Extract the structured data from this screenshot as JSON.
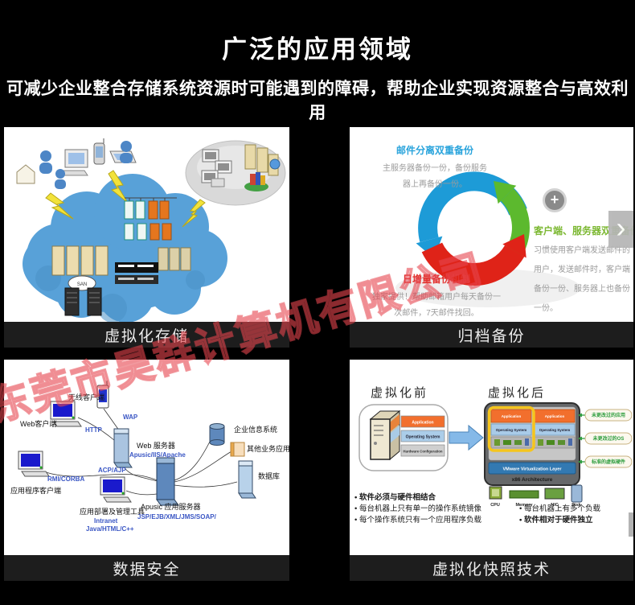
{
  "header": {
    "title": "广泛的应用领域",
    "subtitle": "可减少企业整合存储系统资源时可能遇到的障碍，帮助企业实现资源整合与高效利用"
  },
  "watermark": {
    "text": "东莞市昊群计算机有限公司",
    "color": "#e84a50"
  },
  "panels": {
    "storage": {
      "caption": "虚拟化存储",
      "san_label": "SAN"
    },
    "backup": {
      "caption": "归档备份",
      "mail_title": "邮件分离双重备份",
      "mail_body": "主服务器备份一份，备份服务器上再备份一份。",
      "client_title": "客户端、服务器双重备份机制",
      "client_body": "习惯使用客户端发送邮件的用户，发送邮件时，客户端备份一份、服务器上也备份一份。",
      "daily_title": "日增量备份机制",
      "daily_body": "独家提供！帮助邮箱用户每天备份一次邮件，7天邮件找回。",
      "plus_label": "+",
      "next_label": "›",
      "colors": {
        "blue": "#1d9bd7",
        "green": "#5cb92e",
        "red": "#df2318"
      }
    },
    "security": {
      "caption": "数据安全",
      "nodes": {
        "wireless_client": "无线客户端",
        "web_client": "Web客户端",
        "app_client": "应用程序客户端",
        "web_server": "Web 服务器",
        "web_server_sub": "Apusic/IIS/Apache",
        "deploy_tool": "应用部署及管理工具",
        "deploy_sub1": "Intranet",
        "deploy_sub2": "Java/HTML/C++",
        "app_server": "Apusic 应用服务器",
        "app_server_sub": "JSP/EJB/XML/JMS/SOAP/",
        "eis": "企业信息系统",
        "other_apps": "其他业务应用",
        "database": "数据库"
      },
      "protocols": {
        "wap": "WAP",
        "http": "HTTP",
        "acp": "ACP/AJP",
        "rmi": "RMI/CORBA"
      }
    },
    "snapshot": {
      "caption": "虚拟化快照技术",
      "before_label": "虚拟化前",
      "after_label": "虚拟化后",
      "stack": {
        "app": "Application",
        "os": "Operating System",
        "hw": "Hardware Configuration"
      },
      "vm_layer": "VMware Virtualization Layer",
      "arch": "x86 Architecture",
      "hw_labels": {
        "cpu": "CPU",
        "mem": "Memory",
        "nic": "NIC",
        "disk": "Disk"
      },
      "callouts": [
        "未更改过的应用",
        "未更改过的OS",
        "标准的虚拟硬件"
      ],
      "bullets_left": [
        "• 软件必须与硬件相结合",
        "• 每台机器上只有单一的操作系统镜像",
        "• 每个操作系统只有一个应用程序负载"
      ],
      "bullets_right": [
        "• 每台机器上有多个负载",
        "• 软件相对于硬件独立"
      ]
    }
  }
}
